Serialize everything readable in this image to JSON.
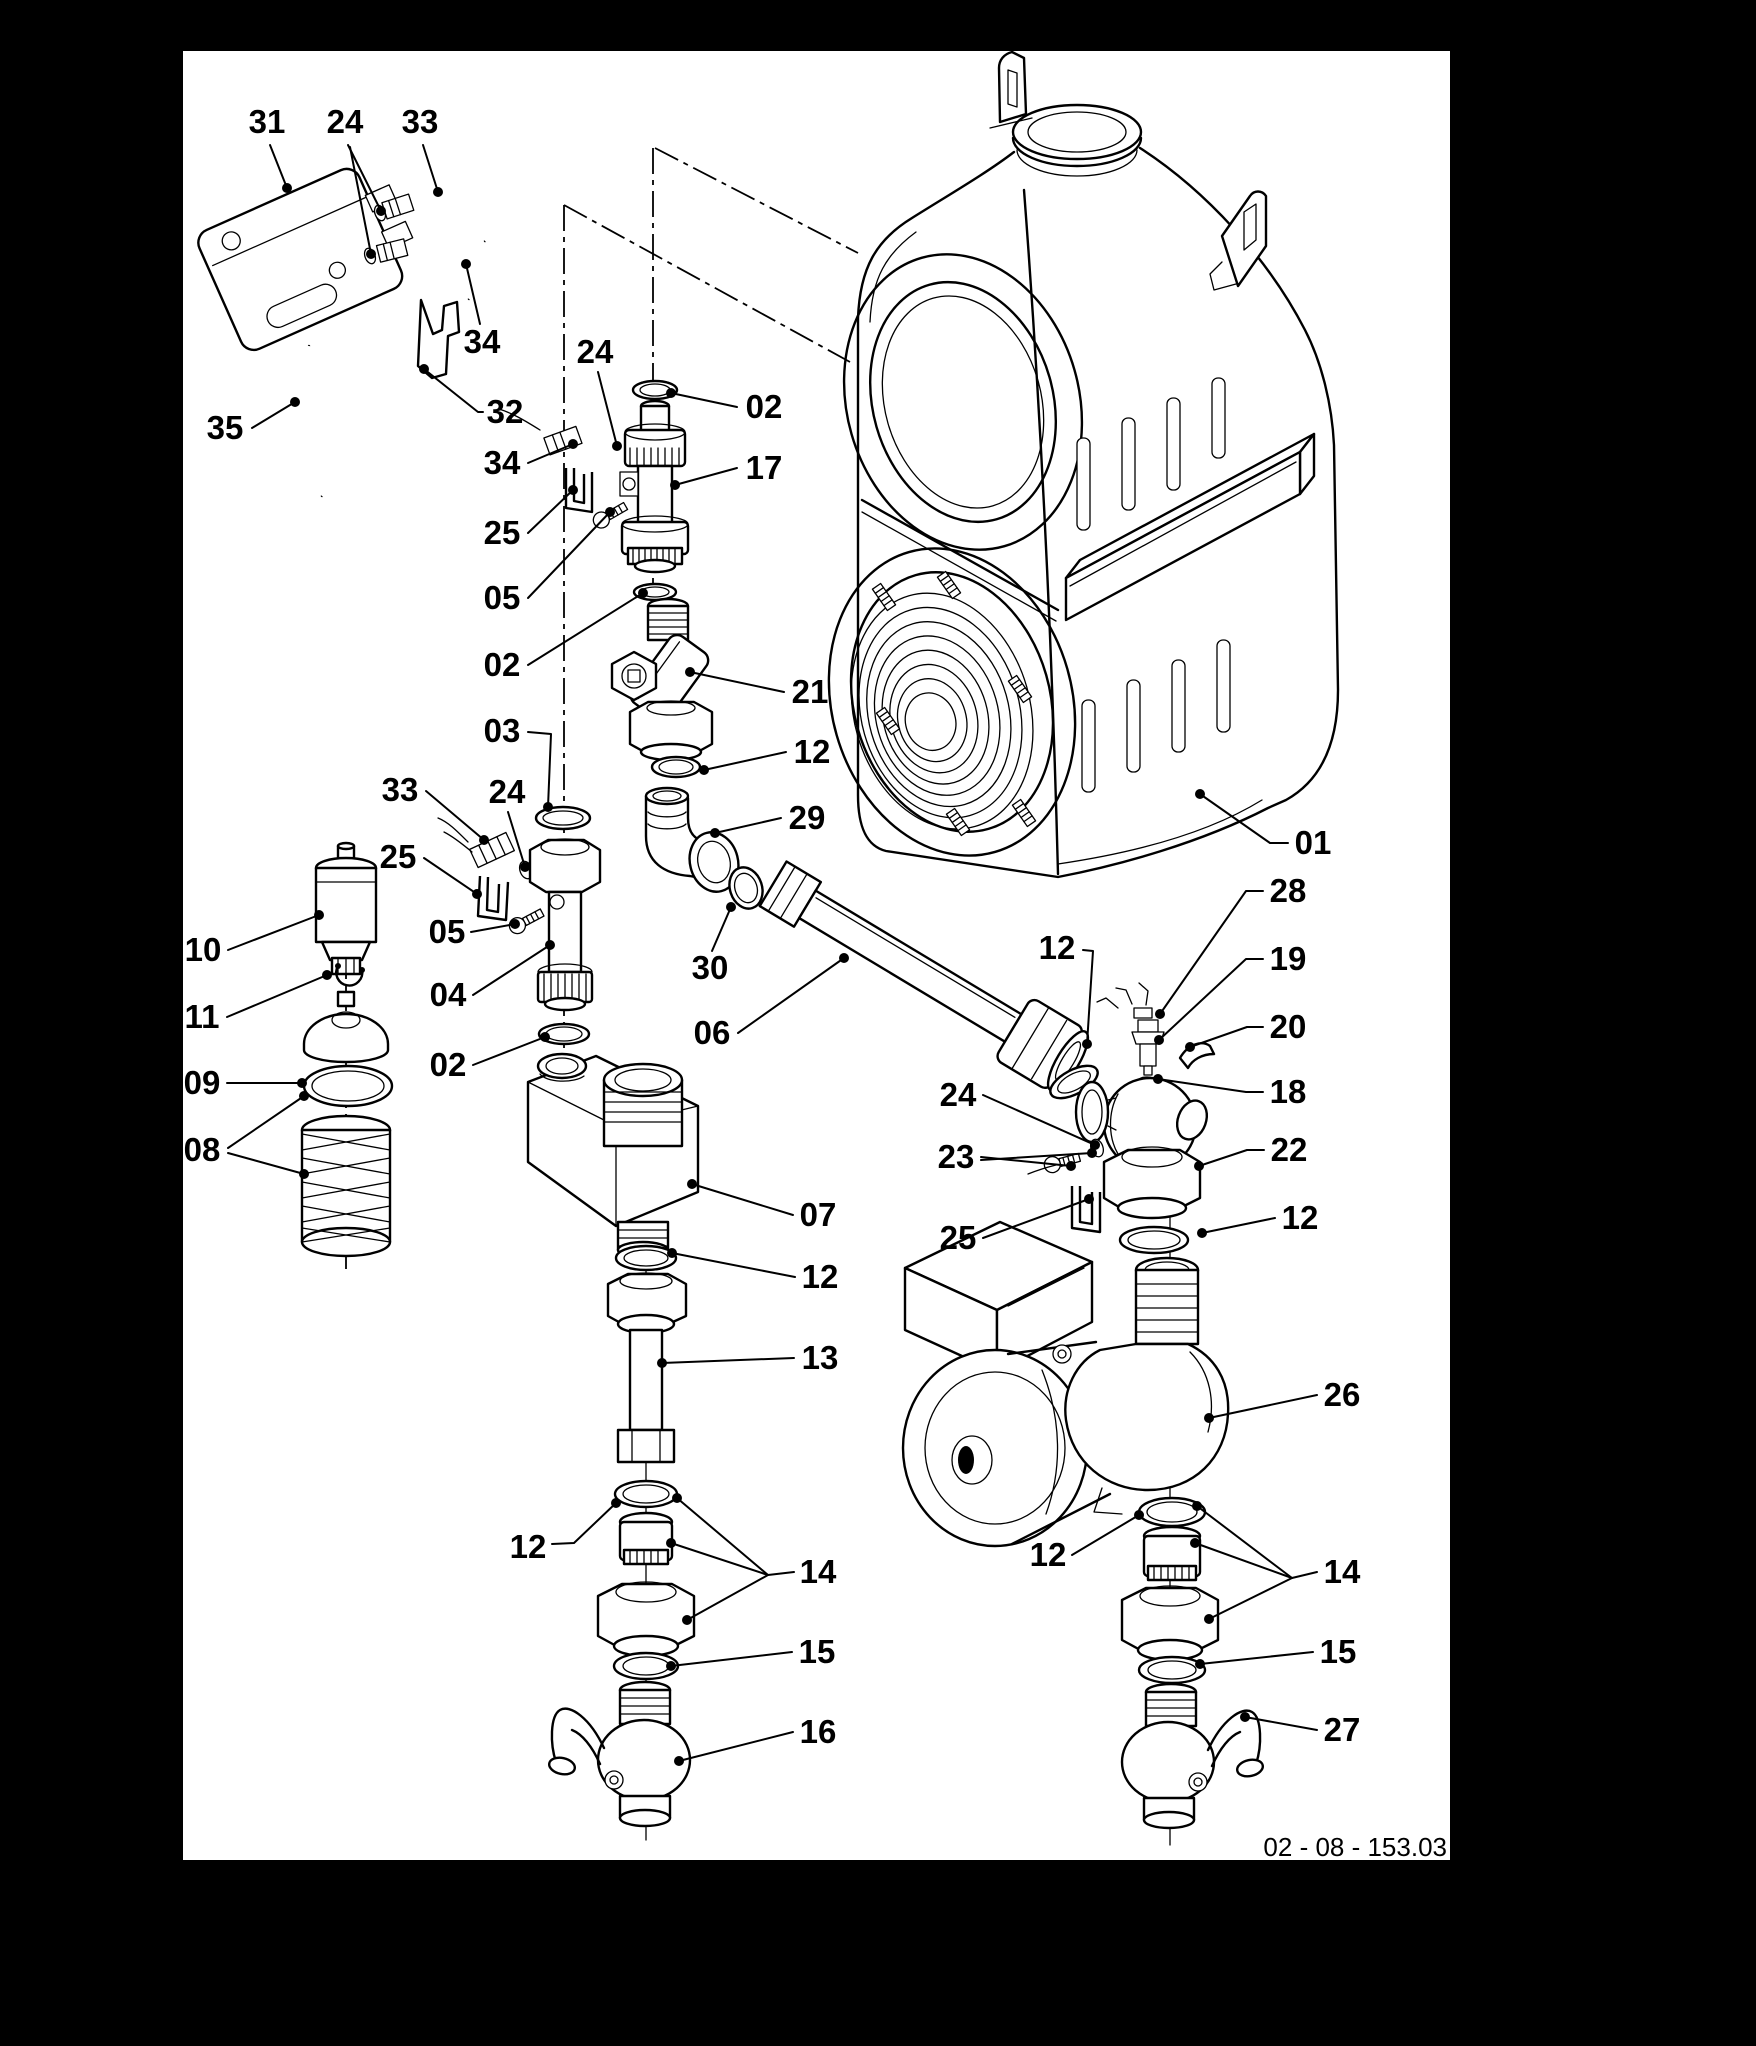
{
  "page": {
    "background": "#000000",
    "paper": "#ffffff",
    "ink": "#000000"
  },
  "footer": {
    "reference": "02 - 08 - 153.03"
  },
  "diagram": {
    "type": "exploded-parts-diagram",
    "subject": "boiler heating group with pump, valves, pipes, o-rings and fittings",
    "part_numbers_visible": [
      "01",
      "02",
      "03",
      "04",
      "05",
      "06",
      "07",
      "08",
      "09",
      "10",
      "11",
      "12",
      "13",
      "14",
      "15",
      "16",
      "17",
      "18",
      "19",
      "20",
      "21",
      "22",
      "23",
      "24",
      "25",
      "26",
      "27",
      "28",
      "29",
      "30",
      "31",
      "32",
      "33",
      "34",
      "35"
    ]
  },
  "callouts": [
    {
      "label": "31"
    },
    {
      "label": "24"
    },
    {
      "label": "33"
    },
    {
      "label": "34"
    },
    {
      "label": "32"
    },
    {
      "label": "35"
    },
    {
      "label": "24"
    },
    {
      "label": "02"
    },
    {
      "label": "17"
    },
    {
      "label": "34"
    },
    {
      "label": "25"
    },
    {
      "label": "05"
    },
    {
      "label": "02"
    },
    {
      "label": "03"
    },
    {
      "label": "33"
    },
    {
      "label": "24"
    },
    {
      "label": "25"
    },
    {
      "label": "05"
    },
    {
      "label": "04"
    },
    {
      "label": "02"
    },
    {
      "label": "10"
    },
    {
      "label": "11"
    },
    {
      "label": "09"
    },
    {
      "label": "08"
    },
    {
      "label": "21"
    },
    {
      "label": "12"
    },
    {
      "label": "29"
    },
    {
      "label": "30"
    },
    {
      "label": "06"
    },
    {
      "label": "12"
    },
    {
      "label": "01"
    },
    {
      "label": "28"
    },
    {
      "label": "19"
    },
    {
      "label": "20"
    },
    {
      "label": "18"
    },
    {
      "label": "22"
    },
    {
      "label": "12"
    },
    {
      "label": "24"
    },
    {
      "label": "23"
    },
    {
      "label": "25"
    },
    {
      "label": "07"
    },
    {
      "label": "12"
    },
    {
      "label": "13"
    },
    {
      "label": "12"
    },
    {
      "label": "14"
    },
    {
      "label": "15"
    },
    {
      "label": "16"
    },
    {
      "label": "26"
    },
    {
      "label": "12"
    },
    {
      "label": "14"
    },
    {
      "label": "15"
    },
    {
      "label": "27"
    }
  ]
}
